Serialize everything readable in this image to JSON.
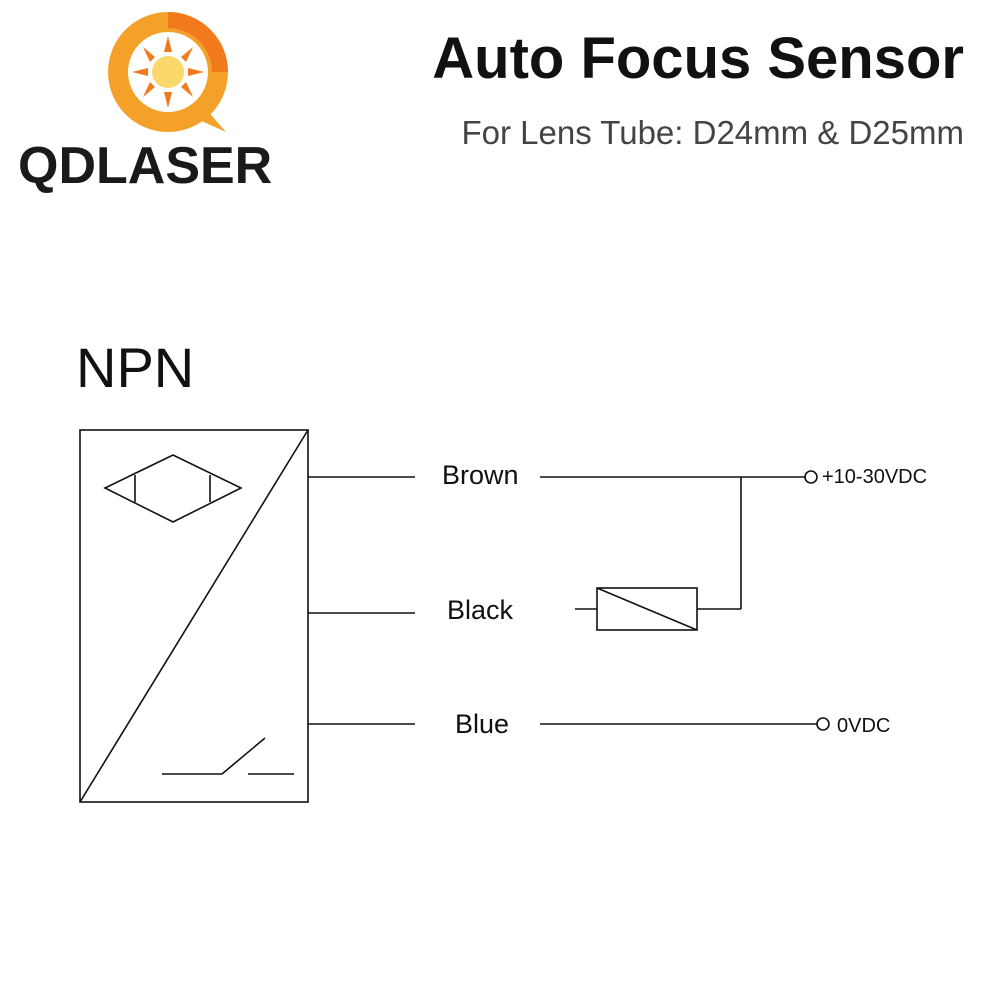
{
  "brand": {
    "name": "QDLASER",
    "colors": {
      "sun_outer": "#f4a12a",
      "sun_inner": "#f07a1c",
      "sun_core": "#fbd86a",
      "text": "#1a1a1a"
    }
  },
  "header": {
    "title": "Auto Focus Sensor",
    "subtitle": "For Lens Tube: D24mm & D25mm"
  },
  "diagram": {
    "title": "NPN",
    "wires": [
      {
        "id": "brown",
        "label": "Brown"
      },
      {
        "id": "black",
        "label": "Black"
      },
      {
        "id": "blue",
        "label": "Blue"
      }
    ],
    "terminals": {
      "positive": "+10-30VDC",
      "ground": "0VDC"
    }
  }
}
